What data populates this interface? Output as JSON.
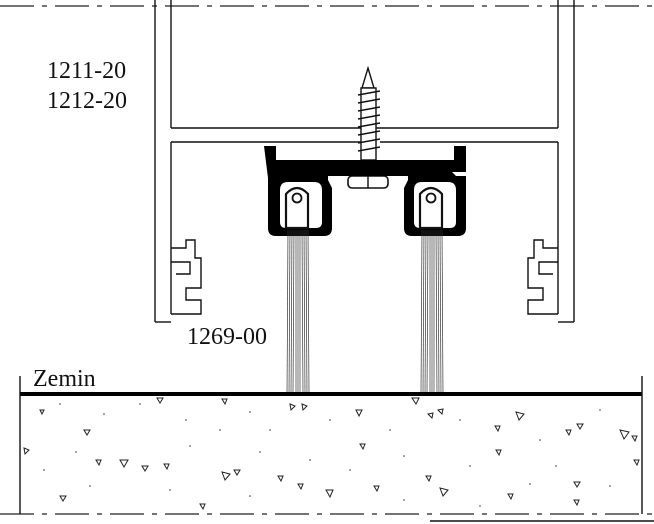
{
  "labels": {
    "profile_upper": "1211-20",
    "profile_lower": "1212-20",
    "brush_profile": "1269-00",
    "floor": "Zemin"
  },
  "colors": {
    "line": "#111111",
    "background": "#ffffff"
  },
  "icons": {
    "screw": "screw-icon",
    "brush_seal": "brush-seal-icon",
    "floor": "floor-hatch"
  }
}
